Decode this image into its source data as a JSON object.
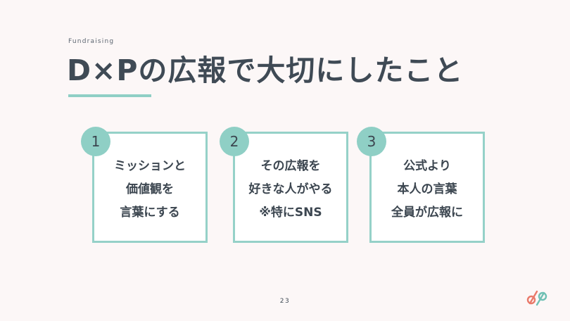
{
  "slide": {
    "eyebrow": "Fundraising",
    "title": "D×Pの広報で大切にしたこと",
    "page_number": "23"
  },
  "cards": [
    {
      "number": "1",
      "lines": [
        "ミッションと",
        "価値観を",
        "言葉にする"
      ]
    },
    {
      "number": "2",
      "lines": [
        "その広報を",
        "好きな人がやる",
        "※特にSNS"
      ]
    },
    {
      "number": "3",
      "lines": [
        "公式より",
        "本人の言葉",
        "全員が広報に"
      ]
    }
  ],
  "colors": {
    "accent": "#8fcfc5",
    "text": "#3f4a55",
    "background": "#fcf7f7",
    "logo_red": "#e9796a",
    "logo_teal": "#6fc0b4"
  },
  "logo": {
    "icon": "dp-logo-icon"
  }
}
